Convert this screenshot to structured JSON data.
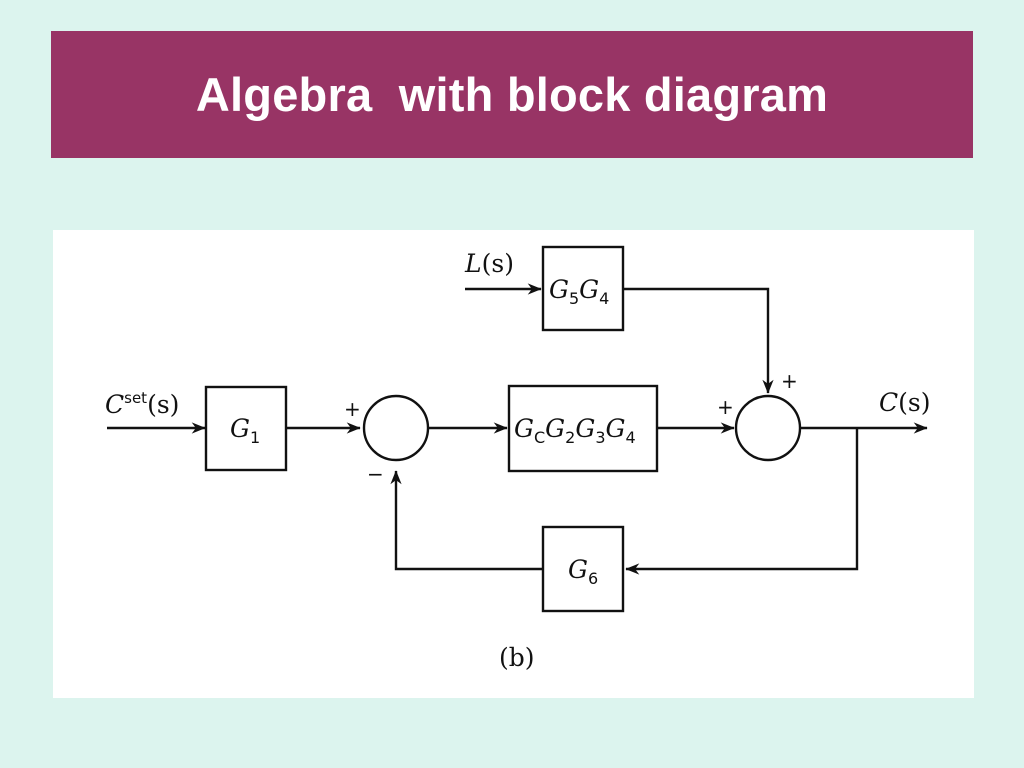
{
  "slide": {
    "title": "Algebra  with block diagram"
  },
  "colors": {
    "background": "#dcf4ee",
    "banner": "#983465",
    "title_text": "#ffffff",
    "panel": "#ffffff",
    "lines": "#111111"
  },
  "diagram": {
    "inputs": {
      "setpoint": {
        "symbol": "C",
        "superscript": "set",
        "argument": "(s)"
      },
      "load": {
        "symbol": "L",
        "argument": "(s)"
      }
    },
    "output": {
      "symbol": "C",
      "argument": "(s)"
    },
    "blocks": {
      "g1": {
        "symbol": "G",
        "sub": "1"
      },
      "g5g4": {
        "parts": [
          {
            "symbol": "G",
            "sub": "5"
          },
          {
            "symbol": "G",
            "sub": "4"
          }
        ]
      },
      "gcg2g3g4": {
        "parts": [
          {
            "symbol": "G",
            "sub": "C"
          },
          {
            "symbol": "G",
            "sub": "2"
          },
          {
            "symbol": "G",
            "sub": "3"
          },
          {
            "symbol": "G",
            "sub": "4"
          }
        ]
      },
      "g6": {
        "symbol": "G",
        "sub": "6"
      }
    },
    "signs": {
      "sum1_top": "+",
      "sum1_bottom": "−",
      "sum2_left": "+",
      "sum2_top": "+"
    },
    "caption": "(b)"
  }
}
